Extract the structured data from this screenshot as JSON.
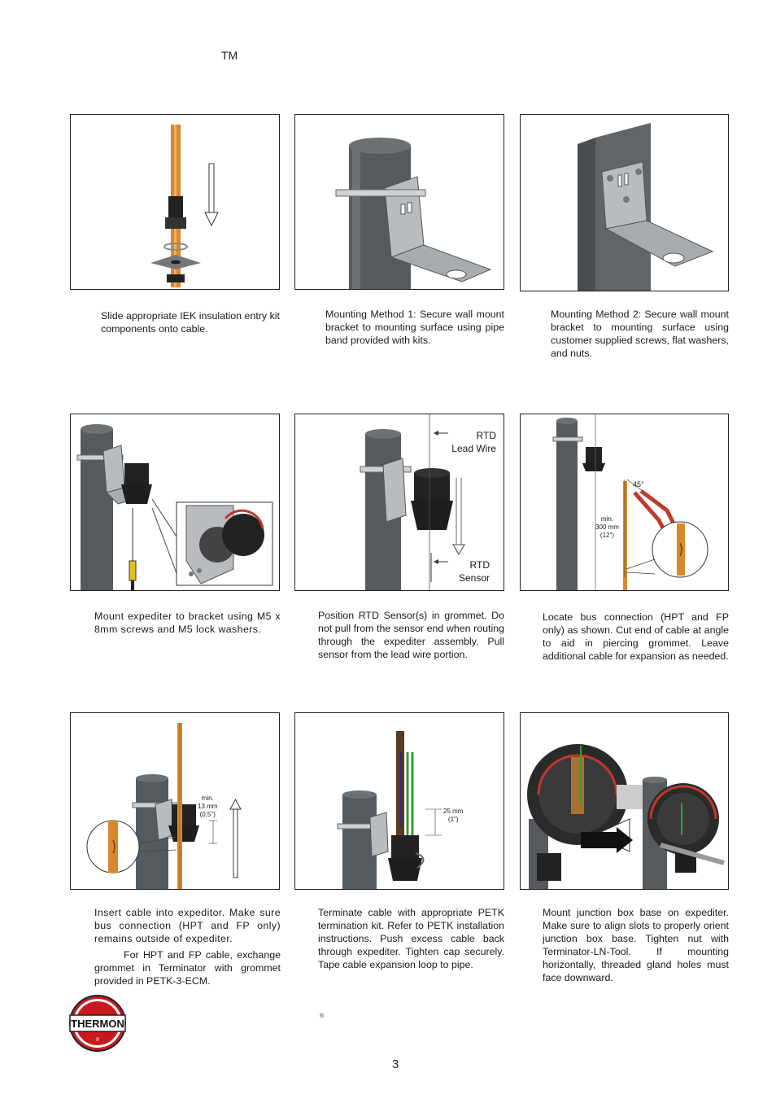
{
  "header": {
    "trademark": "TM"
  },
  "steps": [
    {
      "caption": "Slide appropriate IEK insulation entry kit components onto cable."
    },
    {
      "caption": "Mounting Method 1: Secure wall mount bracket to mounting surface using pipe band provided with kits."
    },
    {
      "caption": "Mounting Method 2: Secure wall mount bracket to mounting surface using customer supplied screws, flat washers, and nuts."
    },
    {
      "caption": "Mount expediter to bracket using M5 x 8mm screws and M5 lock washers."
    },
    {
      "caption": "Position RTD Sensor(s) in grommet. Do not pull from the sensor end when routing through the expediter assembly. Pull sensor from the lead wire portion.",
      "label_top": "RTD\nLead Wire",
      "label_bottom": "RTD\nSensor"
    },
    {
      "caption": "Locate bus connection (HPT and FP only) as shown. Cut end of cable at angle to aid in piercing grommet. Leave additional cable for expansion as needed.",
      "angle": "45°",
      "dim": "min.\n300 mm\n(12\")"
    },
    {
      "caption": "Insert cable into expeditor.  Make sure bus connection (HPT and FP only) remains outside of expediter.",
      "caption2": "For HPT and FP cable, exchange grommet in Terminator with grommet provided in PETK-3-ECM.",
      "dim": "min.\n13 mm\n(0.5\")"
    },
    {
      "caption": "Terminate cable with appropriate PETK termination kit. Refer to PETK installation instructions. Push excess cable back through expediter. Tighten cap securely. Tape cable expansion loop to pipe.",
      "dim": "25 mm\n(1\")"
    },
    {
      "caption": "Mount junction box base on expediter. Make sure to align slots to properly orient junction box base. Tighten nut with Terminator-LN-Tool. If mounting horizontally, threaded gland holes must face downward."
    }
  ],
  "footer": {
    "logo_text": "THERMON",
    "registered": "®",
    "page_number": "3"
  },
  "colors": {
    "pipe": "#555a5f",
    "cable": "#d9892b",
    "bracket": "#b9bcbf",
    "grommet": "#1e1e1e",
    "seal": "#c0392b",
    "logo_red": "#c8191f"
  }
}
